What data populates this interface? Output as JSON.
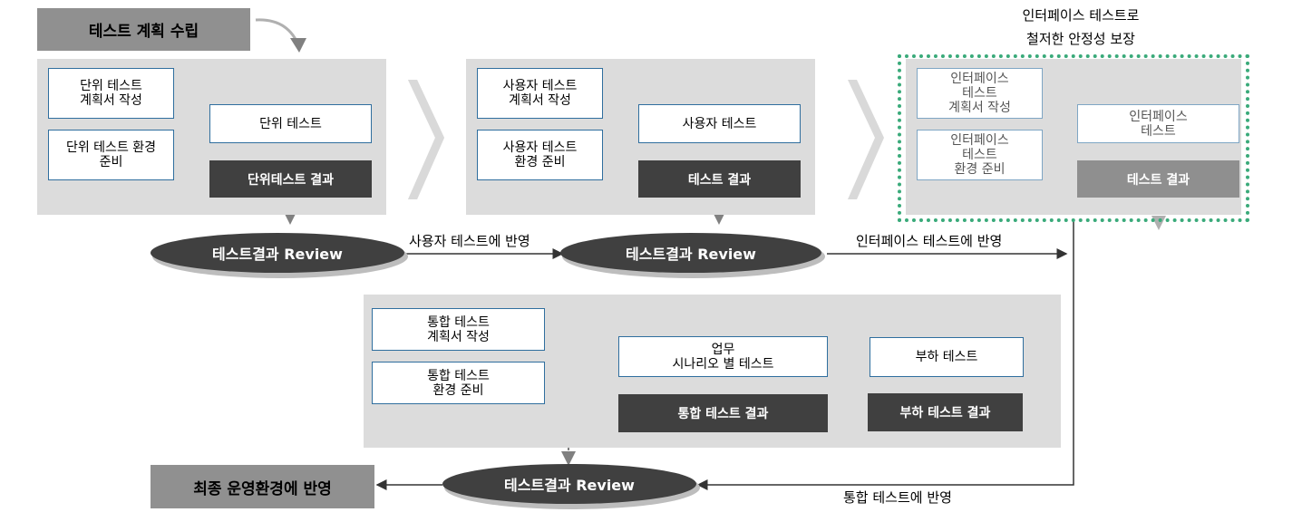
{
  "header": {
    "plan_label": "테스트 계획 수립"
  },
  "annotation": {
    "line1": "인터페이스 테스트로",
    "line2": "철저한 안정성 보장"
  },
  "unit": {
    "plan": "단위 테스트\n계획서 작성",
    "env": "단위 테스트 환경\n준비",
    "test": "단위 테스트",
    "result": "단위테스트 결과"
  },
  "user": {
    "plan": "사용자 테스트\n계획서 작성",
    "env": "사용자 테스트\n환경 준비",
    "test": "사용자 테스트",
    "result": "테스트 결과"
  },
  "interface": {
    "plan": "인터페이스\n테스트\n계획서 작성",
    "env": "인터페이스\n테스트\n환경 준비",
    "test": "인터페이스\n테스트",
    "result": "테스트 결과"
  },
  "integration": {
    "plan": "통합 테스트\n계획서 작성",
    "env": "통합 테스트\n환경 준비",
    "scenario": "업무\n시나리오 별 테스트",
    "scenario_result": "통합 테스트 결과",
    "load": "부하 테스트",
    "load_result": "부하 테스트 결과"
  },
  "reviews": {
    "r1": "테스트결과 Review",
    "r2": "테스트결과 Review",
    "r3": "테스트결과 Review"
  },
  "flows": {
    "to_user": "사용자 테스트에 반영",
    "to_interface": "인터페이스 테스트에 반영",
    "to_integration": "통합 테스트에 반영"
  },
  "final": {
    "label": "최종 운영환경에 반영"
  },
  "colors": {
    "accent_green": "#3aaa7a",
    "panel": "#dcdcdc",
    "dark": "#404040",
    "box_border": "#2f6e9e"
  }
}
